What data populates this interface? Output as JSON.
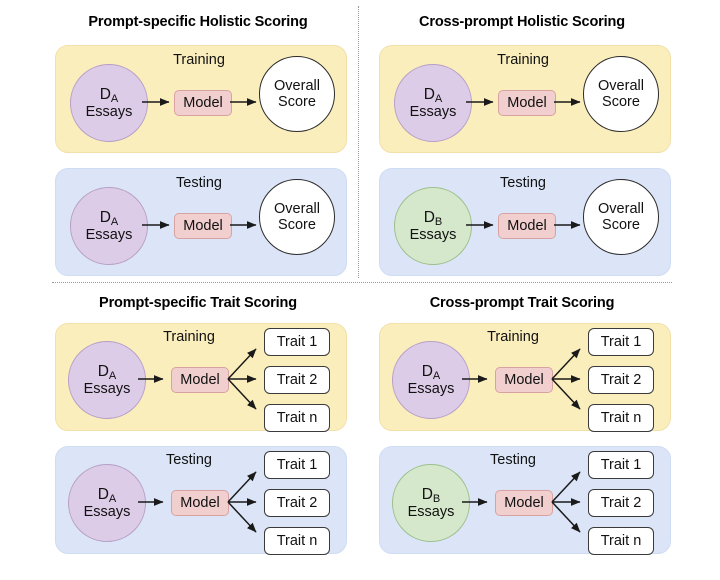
{
  "figure": {
    "dividers": {
      "vertical": true,
      "horizontal": true
    }
  },
  "colors": {
    "training_bg": "#fbeebd",
    "testing_bg": "#dbe5f7",
    "dataset_a": "#ddcce7",
    "dataset_b": "#d6e8cc",
    "model": "#f2cfcf",
    "output": "#ffffff",
    "arrow": "#1a1a1a"
  },
  "quadrants": [
    {
      "id": "prompt-specific-holistic",
      "title": "Prompt-specific Holistic Scoring",
      "stages": [
        {
          "id": "training",
          "label": "Training",
          "dataset": {
            "symbol": "D",
            "sub": "A",
            "line2": "Essays",
            "color": "purple"
          },
          "model": "Model",
          "output": {
            "type": "circle",
            "line1": "Overall",
            "line2": "Score"
          }
        },
        {
          "id": "testing",
          "label": "Testing",
          "dataset": {
            "symbol": "D",
            "sub": "A",
            "line2": "Essays",
            "color": "purple"
          },
          "model": "Model",
          "output": {
            "type": "circle",
            "line1": "Overall",
            "line2": "Score"
          }
        }
      ]
    },
    {
      "id": "cross-prompt-holistic",
      "title": "Cross-prompt Holistic Scoring",
      "stages": [
        {
          "id": "training",
          "label": "Training",
          "dataset": {
            "symbol": "D",
            "sub": "A",
            "line2": "Essays",
            "color": "purple"
          },
          "model": "Model",
          "output": {
            "type": "circle",
            "line1": "Overall",
            "line2": "Score"
          }
        },
        {
          "id": "testing",
          "label": "Testing",
          "dataset": {
            "symbol": "D",
            "sub": "B",
            "line2": "Essays",
            "color": "green"
          },
          "model": "Model",
          "output": {
            "type": "circle",
            "line1": "Overall",
            "line2": "Score"
          }
        }
      ]
    },
    {
      "id": "prompt-specific-trait",
      "title": "Prompt-specific Trait Scoring",
      "stages": [
        {
          "id": "training",
          "label": "Training",
          "dataset": {
            "symbol": "D",
            "sub": "A",
            "line2": "Essays",
            "color": "purple"
          },
          "model": "Model",
          "output": {
            "type": "traits",
            "items": [
              "Trait 1",
              "Trait 2",
              "Trait n"
            ]
          }
        },
        {
          "id": "testing",
          "label": "Testing",
          "dataset": {
            "symbol": "D",
            "sub": "A",
            "line2": "Essays",
            "color": "purple"
          },
          "model": "Model",
          "output": {
            "type": "traits",
            "items": [
              "Trait 1",
              "Trait 2",
              "Trait n"
            ]
          }
        }
      ]
    },
    {
      "id": "cross-prompt-trait",
      "title": "Cross-prompt Trait Scoring",
      "stages": [
        {
          "id": "training",
          "label": "Training",
          "dataset": {
            "symbol": "D",
            "sub": "A",
            "line2": "Essays",
            "color": "purple"
          },
          "model": "Model",
          "output": {
            "type": "traits",
            "items": [
              "Trait 1",
              "Trait 2",
              "Trait n"
            ]
          }
        },
        {
          "id": "testing",
          "label": "Testing",
          "dataset": {
            "symbol": "D",
            "sub": "B",
            "line2": "Essays",
            "color": "green"
          },
          "model": "Model",
          "output": {
            "type": "traits",
            "items": [
              "Trait 1",
              "Trait 2",
              "Trait n"
            ]
          }
        }
      ]
    }
  ]
}
